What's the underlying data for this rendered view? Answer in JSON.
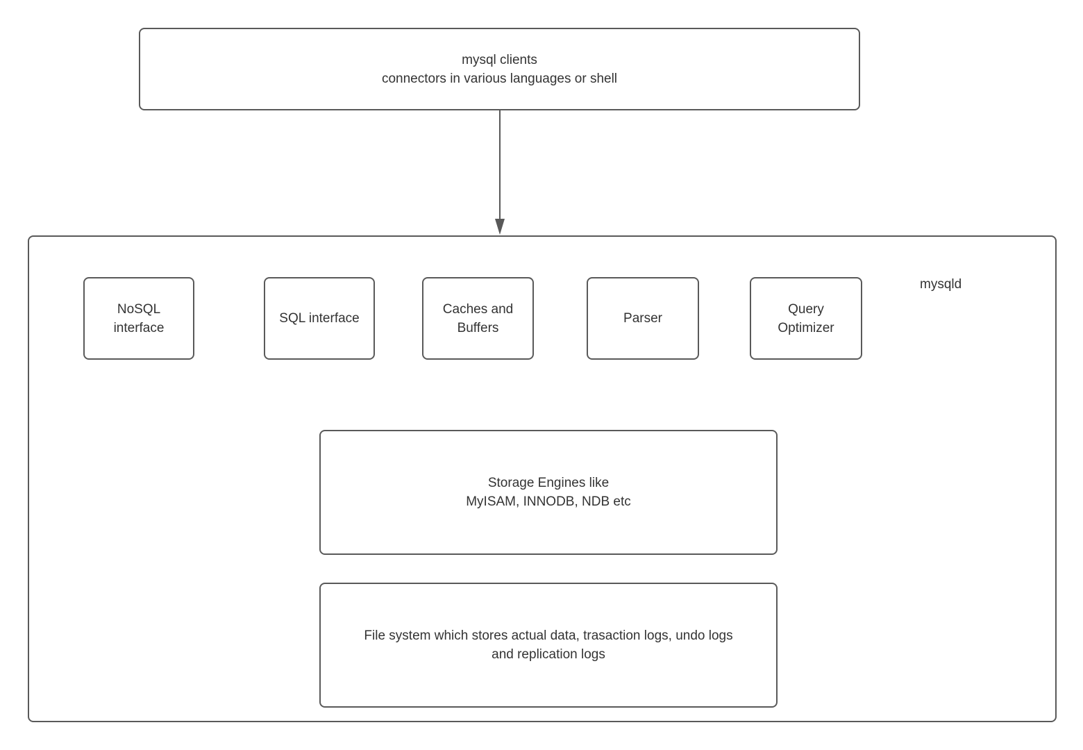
{
  "diagram": {
    "clients_box": {
      "label": "mysql clients\nconnectors in various languages or shell"
    },
    "mysqld_container": {
      "label": "mysqld"
    },
    "components": [
      {
        "id": "nosql-interface",
        "label": "NoSQL\ninterface"
      },
      {
        "id": "sql-interface",
        "label": "SQL interface"
      },
      {
        "id": "caches-buffers",
        "label": "Caches and\nBuffers"
      },
      {
        "id": "parser",
        "label": "Parser"
      },
      {
        "id": "query-optimizer",
        "label": "Query\nOptimizer"
      }
    ],
    "storage_box": {
      "label": "Storage Engines like\nMyISAM, INNODB, NDB etc"
    },
    "filesystem_box": {
      "label": "File system which stores actual data, trasaction logs, undo logs\nand replication logs"
    },
    "connector": {
      "from": "mysql clients",
      "to": "mysqld",
      "direction": "down"
    },
    "colors": {
      "border": "#595959",
      "text": "#333333",
      "background": "#ffffff"
    }
  }
}
